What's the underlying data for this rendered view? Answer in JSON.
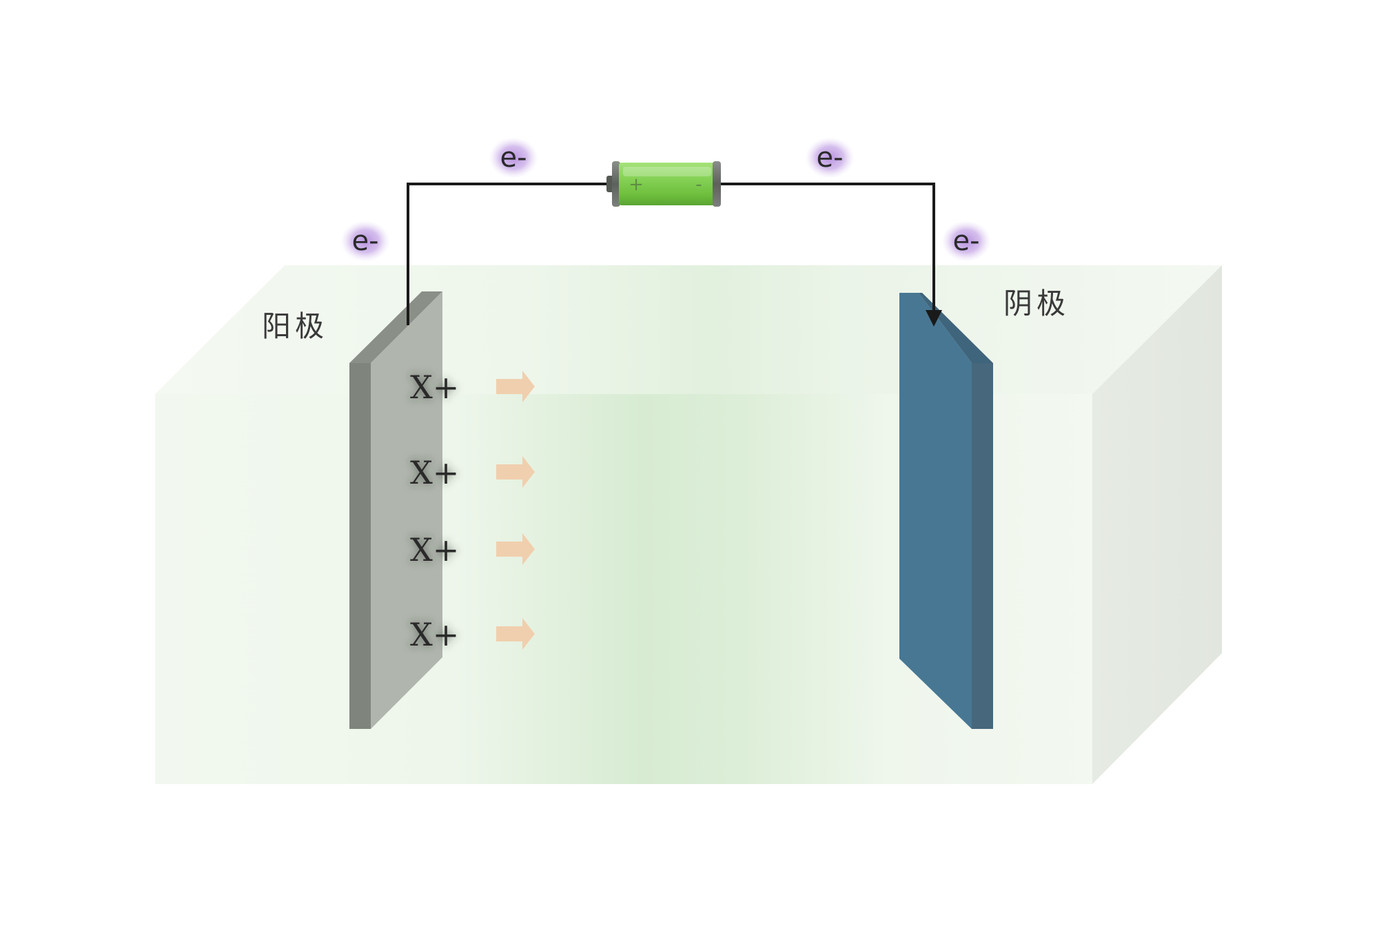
{
  "labels": {
    "anode": "阳极",
    "cathode": "阴极"
  },
  "battery": {
    "positive": "+",
    "negative": "-"
  },
  "electrons": [
    "e-",
    "e-",
    "e-",
    "e-"
  ],
  "ions": [
    "X+",
    "X+",
    "X+",
    "X+"
  ],
  "colors": {
    "anode_plate": "#b0b5ad",
    "cathode_plate": "#487793",
    "electrolyte": "#dfeedd",
    "battery": "#7fcc4a",
    "arrow": "#f0cfae",
    "electron_glow": "#a37fd0",
    "wire": "#1a1a1a"
  }
}
